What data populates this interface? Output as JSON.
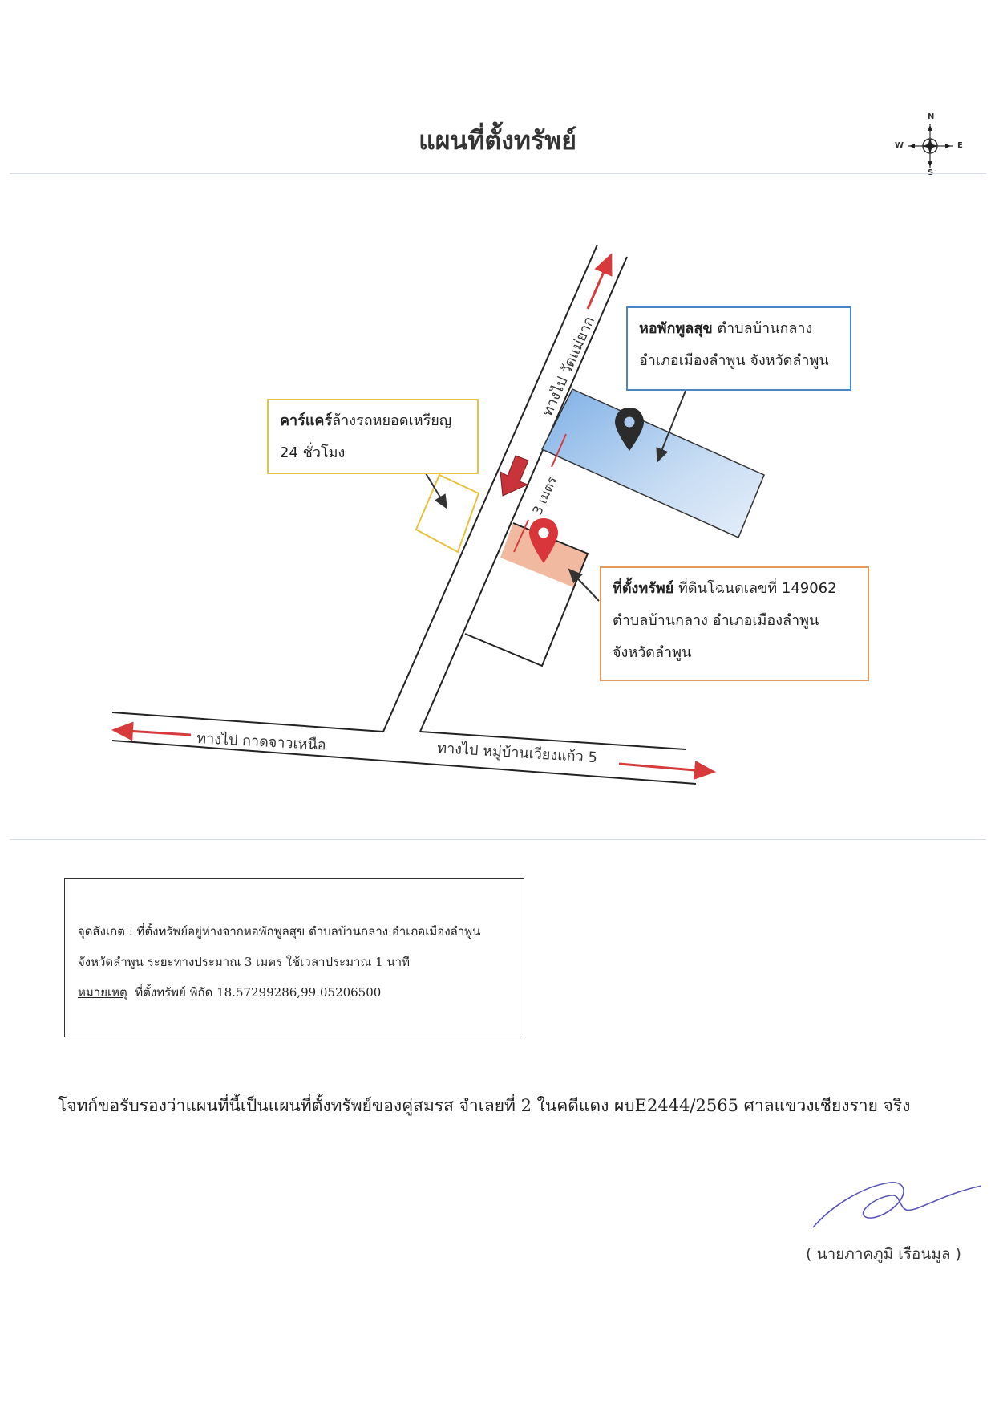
{
  "title": "แผนที่ตั้งทรัพย์",
  "compass": {
    "n": "N",
    "s": "S",
    "e": "E",
    "w": "W"
  },
  "map": {
    "road_north_label": "ทางไป วัดแม่ยาก",
    "road_west_label": "ทางไป กาดจาวเหนือ",
    "road_east_label": "ทางไป หมู่บ้านเวียงแก้ว 5",
    "distance_label": "3 เมตร",
    "dorm_callout": {
      "bold": "หอพักพูลสุข",
      "line1_rest": " ตำบลบ้านกลาง",
      "line2": "อำเภอเมืองลำพูน จังหวัดลำพูน"
    },
    "carwash_callout": {
      "bold": "คาร์แคร์",
      "line1_rest": "ล้างรถหยอดเหรียญ",
      "line2": "24 ชั่วโมง"
    },
    "property_callout": {
      "bold": "ที่ตั้งทรัพย์",
      "line1_rest": " ที่ดินโฉนดเลขที่ 149062",
      "line2": "ตำบลบ้านกลาง อำเภอเมืองลำพูน",
      "line3": "จังหวัดลำพูน"
    },
    "colors": {
      "road_arrow": "#d63a3a",
      "dorm_fill": "#a9c8ec",
      "dorm_border": "#4a86c5",
      "carwash_border": "#e9c13a",
      "property_fill": "#f0b49a",
      "property_border": "#e39a5e",
      "dorm_pin": "#2b2b2b",
      "property_pin": "#d8363b"
    }
  },
  "note": {
    "line1": "จุดสังเกต : ที่ตั้งทรัพย์อยู่ห่างจากหอพักพูลสุข ตำบลบ้านกลาง อำเภอเมืองลำพูน",
    "line2": "จังหวัดลำพูน ระยะทางประมาณ 3 เมตร ใช้เวลาประมาณ 1 นาที",
    "line3_label": "หมายเหตุ",
    "line3_rest": "  ที่ตั้งทรัพย์ พิกัด 18.57299286,99.05206500"
  },
  "certification": "โจทก์ขอรับรองว่าแผนที่นี้เป็นแผนที่ตั้งทรัพย์ของคู่สมรส จำเลยที่ 2 ในคดีแดง ผบE2444/2565 ศาลแขวงเชียงราย จริง",
  "signer": "( นายภาคภูมิ เรือนมูล )"
}
